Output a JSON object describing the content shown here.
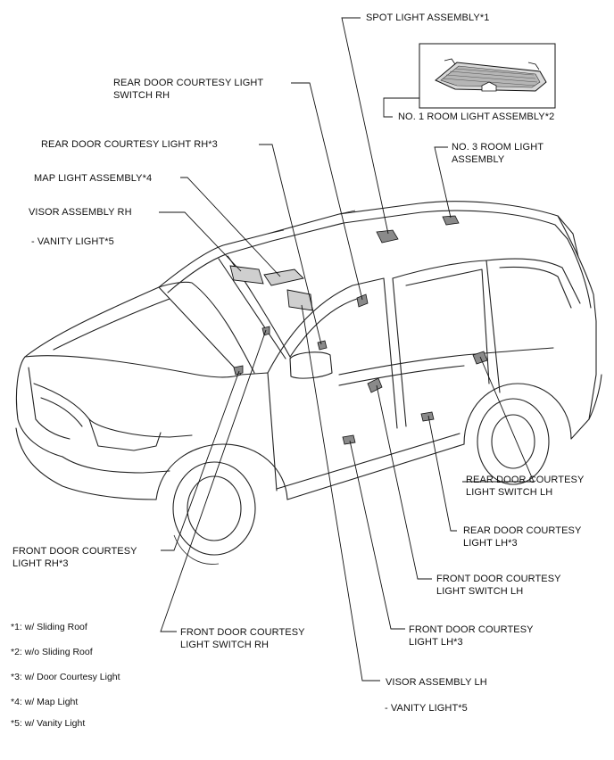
{
  "labels": {
    "spot_light": "SPOT LIGHT ASSEMBLY*1",
    "rear_door_switch_rh_1": "REAR DOOR COURTESY LIGHT",
    "rear_door_switch_rh_2": "SWITCH RH",
    "no1_room_light": "NO. 1 ROOM LIGHT ASSEMBLY*2",
    "rear_door_light_rh": "REAR DOOR COURTESY LIGHT RH*3",
    "no3_room_light_1": "NO. 3 ROOM LIGHT",
    "no3_room_light_2": "ASSEMBLY",
    "map_light": "MAP LIGHT ASSEMBLY*4",
    "visor_rh": "VISOR ASSEMBLY RH",
    "vanity_light_rh": "- VANITY LIGHT*5",
    "rear_door_switch_lh_1": "REAR DOOR COURTESY",
    "rear_door_switch_lh_2": "LIGHT SWITCH LH",
    "rear_door_light_lh_1": "REAR DOOR COURTESY",
    "rear_door_light_lh_2": "LIGHT LH*3",
    "front_door_light_rh_1": "FRONT DOOR COURTESY",
    "front_door_light_rh_2": "LIGHT RH*3",
    "front_door_switch_lh_1": "FRONT DOOR COURTESY",
    "front_door_switch_lh_2": "LIGHT SWITCH LH",
    "front_door_switch_rh_1": "FRONT DOOR COURTESY",
    "front_door_switch_rh_2": "LIGHT SWITCH RH",
    "front_door_light_lh_1": "FRONT DOOR COURTESY",
    "front_door_light_lh_2": "LIGHT LH*3",
    "visor_lh": "VISOR ASSEMBLY LH",
    "vanity_light_lh": "- VANITY LIGHT*5"
  },
  "footnotes": [
    "*1: w/ Sliding Roof",
    "*2: w/o Sliding Roof",
    "*3: w/ Door Courtesy Light",
    "*4: w/ Map Light",
    "*5: w/ Vanity Light"
  ]
}
